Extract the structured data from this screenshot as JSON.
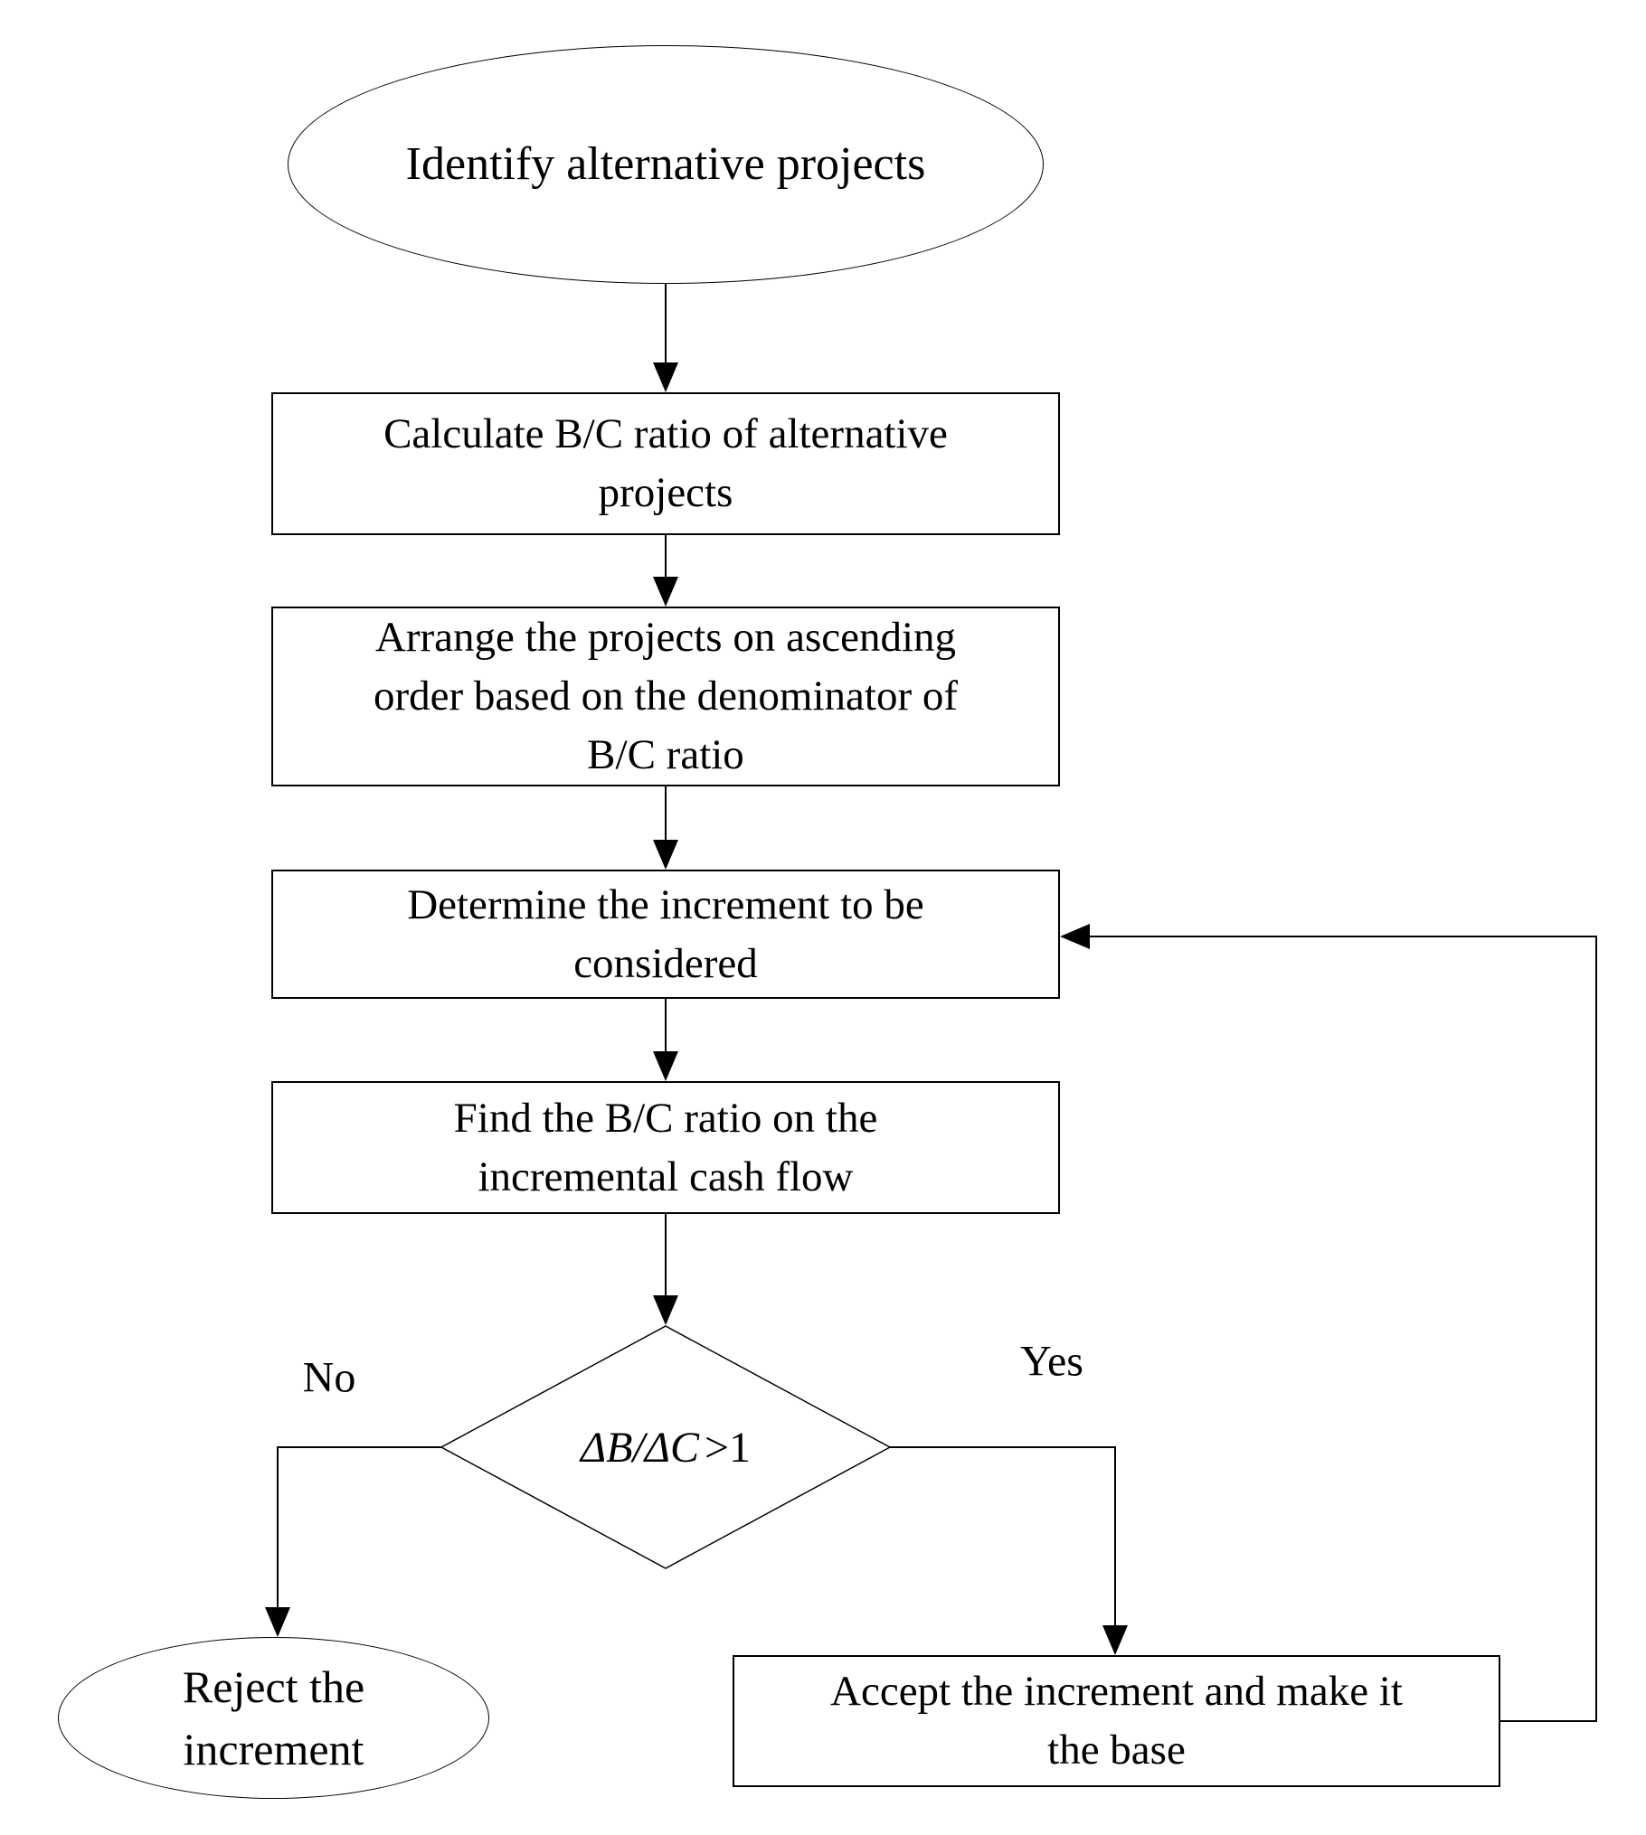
{
  "diagram": {
    "background_color": "#ffffff",
    "line_color": "#000000",
    "nodes": {
      "start": {
        "shape": "ellipse",
        "label": "Identify alternative projects"
      },
      "calculate": {
        "shape": "rectangle",
        "label": [
          "Calculate B/C ratio of alternative",
          "projects"
        ]
      },
      "arrange": {
        "shape": "rectangle",
        "label": [
          "Arrange the projects on ascending",
          "order based on the denominator of",
          "B/C ratio"
        ]
      },
      "determine": {
        "shape": "rectangle",
        "label": [
          "Determine the increment to be",
          "considered"
        ]
      },
      "find": {
        "shape": "rectangle",
        "label": [
          "Find the B/C ratio on the",
          "incremental cash flow"
        ]
      },
      "decision": {
        "shape": "diamond",
        "label_expression": "ΔB/ΔC",
        "label_comparison": ">1"
      },
      "reject": {
        "shape": "ellipse",
        "label": [
          "Reject the",
          "increment"
        ]
      },
      "accept": {
        "shape": "rectangle",
        "label": [
          "Accept the increment and make it",
          "the base"
        ]
      }
    },
    "edge_labels": {
      "no": "No",
      "yes": "Yes"
    }
  }
}
